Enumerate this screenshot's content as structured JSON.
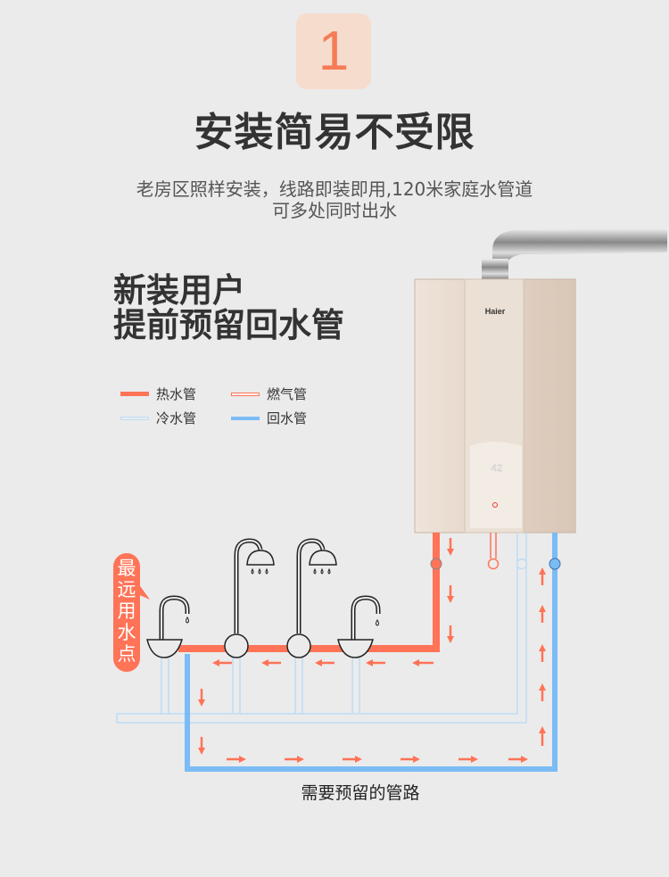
{
  "step_number": "1",
  "title": "安装简易不受限",
  "subtitle_line1": "老房区照样安装，线路即装即用,120米家庭水管道",
  "subtitle_line2": "可多处同时出水",
  "headline_line1": "新装用户",
  "headline_line2": "提前预留回水管",
  "legend": [
    {
      "label": "热水管",
      "color": "#ff7357"
    },
    {
      "label": "燃气管",
      "color": "#ff7357"
    },
    {
      "label": "冷水管",
      "color": "#bcdcf7"
    },
    {
      "label": "回水管",
      "color": "#7bbcf5"
    }
  ],
  "heater": {
    "brand": "Haier",
    "display_temp": "42"
  },
  "farthest_point_label": "最远用水点",
  "caption": "需要预留的管路",
  "colors": {
    "hot": "#ff7357",
    "return": "#7bbcf5",
    "cold": "#bcdcf7",
    "arrow": "#ff7357"
  }
}
